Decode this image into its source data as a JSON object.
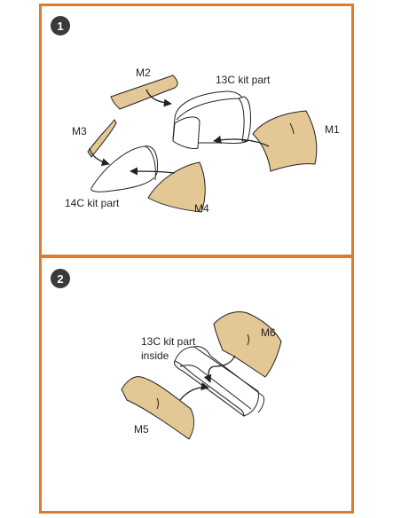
{
  "step1": {
    "badge": "1",
    "labels": {
      "m1": "M1",
      "m2": "M2",
      "m3": "M3",
      "m4": "M4",
      "part13c": "13C kit part",
      "part14c": "14C kit part"
    }
  },
  "step2": {
    "badge": "2",
    "labels": {
      "m5": "M5",
      "m6": "M6",
      "part13c_line1": "13C kit part",
      "part13c_line2": "inside"
    }
  },
  "colors": {
    "frame": "#e07b2b",
    "mask": "#e3c794",
    "badge": "#3a3a3a"
  }
}
